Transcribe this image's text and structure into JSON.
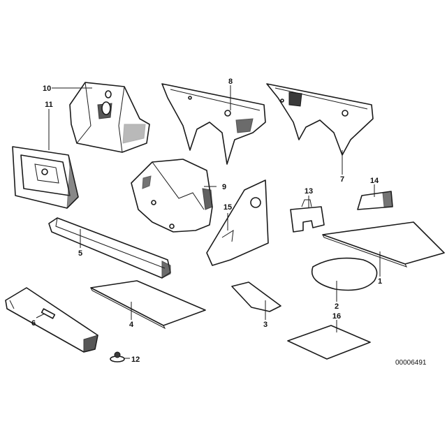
{
  "diagram": {
    "parts": [
      {
        "id": "part-1",
        "label": "1"
      },
      {
        "id": "part-2",
        "label": "2"
      },
      {
        "id": "part-3",
        "label": "3"
      },
      {
        "id": "part-4",
        "label": "4"
      },
      {
        "id": "part-5",
        "label": "5"
      },
      {
        "id": "part-6",
        "label": "6"
      },
      {
        "id": "part-7",
        "label": "7"
      },
      {
        "id": "part-8",
        "label": "8"
      },
      {
        "id": "part-9",
        "label": "9"
      },
      {
        "id": "part-10",
        "label": "10"
      },
      {
        "id": "part-11",
        "label": "11"
      },
      {
        "id": "part-12",
        "label": "12"
      },
      {
        "id": "part-13",
        "label": "13"
      },
      {
        "id": "part-14",
        "label": "14"
      },
      {
        "id": "part-15",
        "label": "15"
      },
      {
        "id": "part-16",
        "label": "16"
      }
    ],
    "document_number": "00006491"
  }
}
